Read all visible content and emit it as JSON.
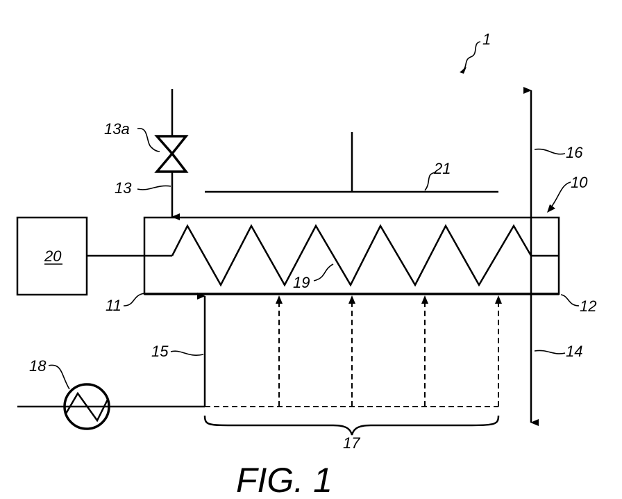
{
  "labels": {
    "system": "1",
    "reactor": "10",
    "inlet_end": "11",
    "outlet_end": "12",
    "feed_line": "13",
    "valve": "13a",
    "product_line": "14",
    "gas_line": "15",
    "vent_line": "16",
    "distribution": "17",
    "heater": "18",
    "heating_element": "19",
    "controller": "20",
    "baffle": "21"
  },
  "caption": "FIG. 1"
}
